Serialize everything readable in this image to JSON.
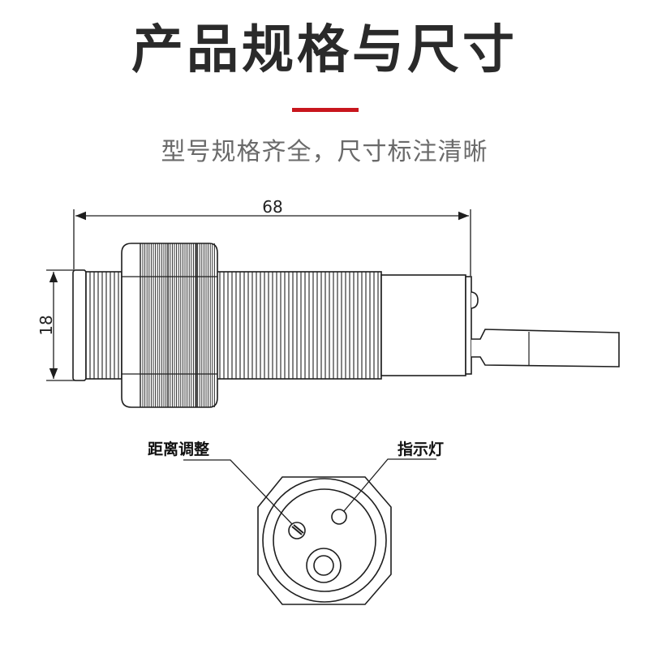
{
  "header": {
    "title": "产品规格与尺寸",
    "subtitle": "型号规格齐全，尺寸标注清晰",
    "accent_color": "#c8161d"
  },
  "dimensions": {
    "length": "68",
    "diameter": "18"
  },
  "callouts": {
    "distance_adjust": "距离调整",
    "indicator_light": "指示灯"
  },
  "colors": {
    "line": "#1e1e1e",
    "text": "#222222"
  }
}
